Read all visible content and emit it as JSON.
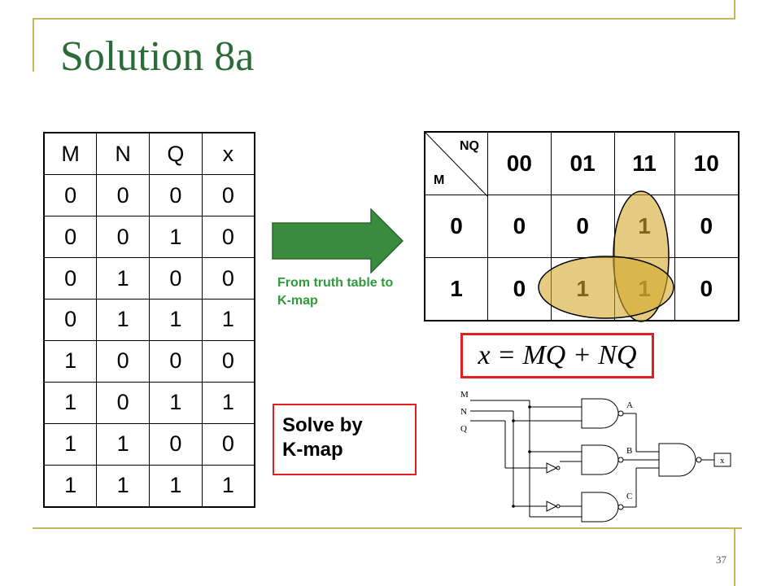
{
  "title": "Solution 8a",
  "truth_table": {
    "headers": [
      "M",
      "N",
      "Q",
      "x"
    ],
    "rows": [
      [
        "0",
        "0",
        "0",
        "0"
      ],
      [
        "0",
        "0",
        "1",
        "0"
      ],
      [
        "0",
        "1",
        "0",
        "0"
      ],
      [
        "0",
        "1",
        "1",
        "1"
      ],
      [
        "1",
        "0",
        "0",
        "0"
      ],
      [
        "1",
        "0",
        "1",
        "1"
      ],
      [
        "1",
        "1",
        "0",
        "0"
      ],
      [
        "1",
        "1",
        "1",
        "1"
      ]
    ]
  },
  "arrow_caption": "From truth table to K-map",
  "kmap": {
    "col_var": "NQ",
    "row_var": "M",
    "col_headers": [
      "00",
      "01",
      "11",
      "10"
    ],
    "rows": [
      {
        "label": "0",
        "cells": [
          "0",
          "0",
          "1",
          "0"
        ]
      },
      {
        "label": "1",
        "cells": [
          "0",
          "1",
          "1",
          "0"
        ]
      }
    ]
  },
  "formula": "x = MQ + NQ",
  "solve_box": "Solve by\nK-map",
  "circuit": {
    "inputs": [
      "M",
      "N",
      "Q"
    ],
    "gate_labels": [
      "A",
      "B",
      "C"
    ],
    "output": "x"
  },
  "page_number": "37",
  "colors": {
    "title": "#2b6b38",
    "arrow": "#3b8a3e",
    "caption": "#2e9a3b",
    "oval": "#d4a82a",
    "box_border": "#e02020"
  }
}
